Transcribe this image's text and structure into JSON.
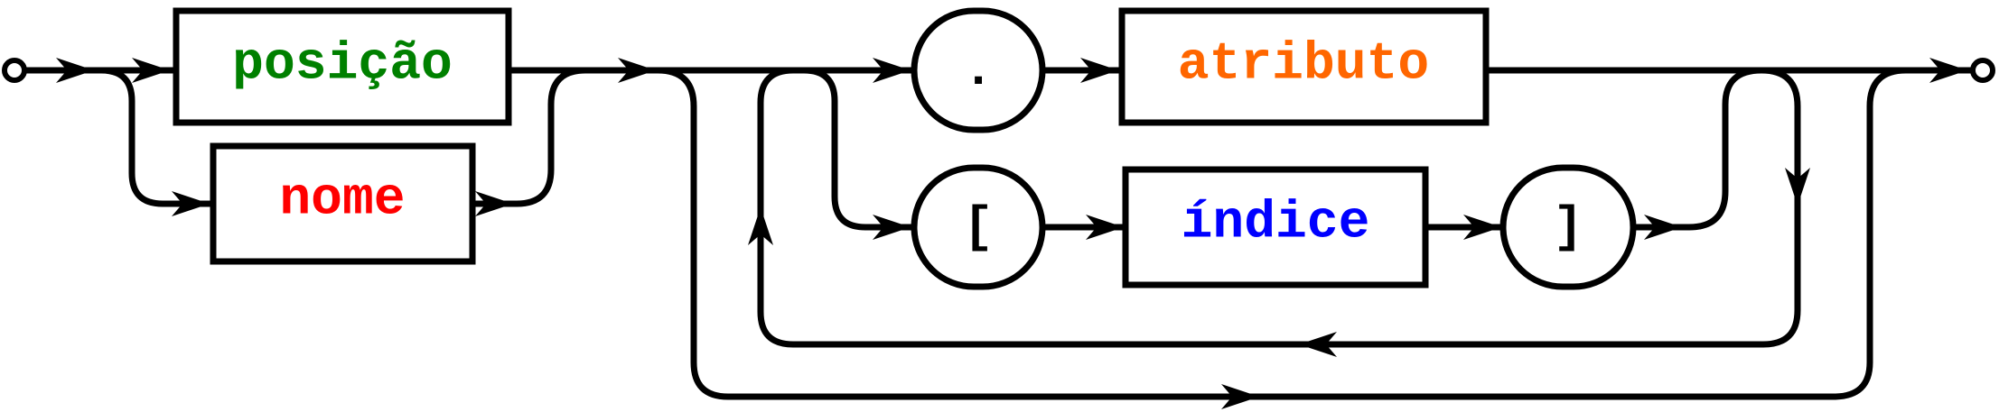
{
  "diagram": {
    "nodes": {
      "posicao": {
        "label": "posição",
        "color": "#008000"
      },
      "nome": {
        "label": "nome",
        "color": "#ff0000"
      },
      "atributo": {
        "label": "atributo",
        "color": "#ff6600"
      },
      "indice": {
        "label": "índice",
        "color": "#0000ff"
      },
      "dot": {
        "label": "."
      },
      "open_bracket": {
        "label": "["
      },
      "close_bracket": {
        "label": "]"
      }
    }
  }
}
